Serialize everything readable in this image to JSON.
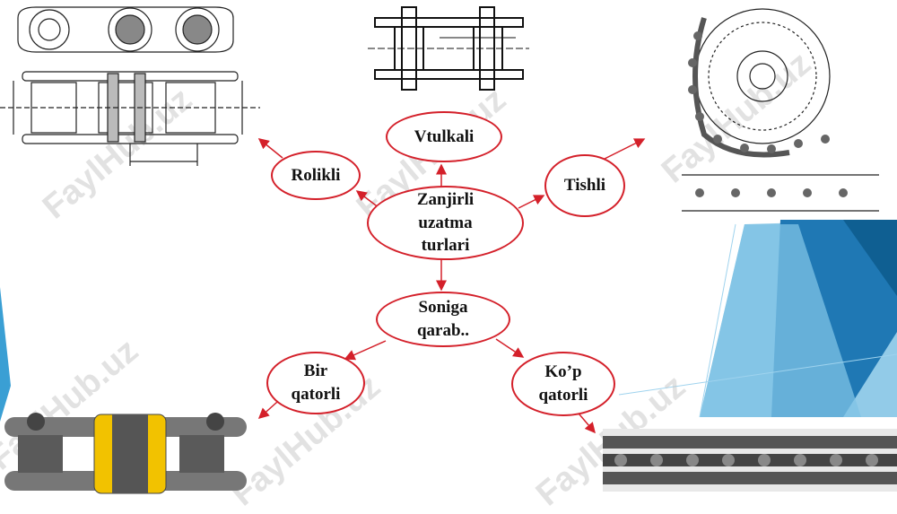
{
  "center": "Zanjirli uzatma turlari",
  "nodes": {
    "vtulkali": "Vtulkali",
    "rolikli": "Rolikli",
    "tishli": "Tishli",
    "soniga": "Soniga qarab..",
    "bir": "Bir qatorli",
    "kop": "Ko’p qatorli"
  },
  "watermark": "FaylHub.uz",
  "colors": {
    "accent": "#d4202a",
    "blue_dark": "#1a6fa3",
    "blue_light": "#39a6d9"
  }
}
